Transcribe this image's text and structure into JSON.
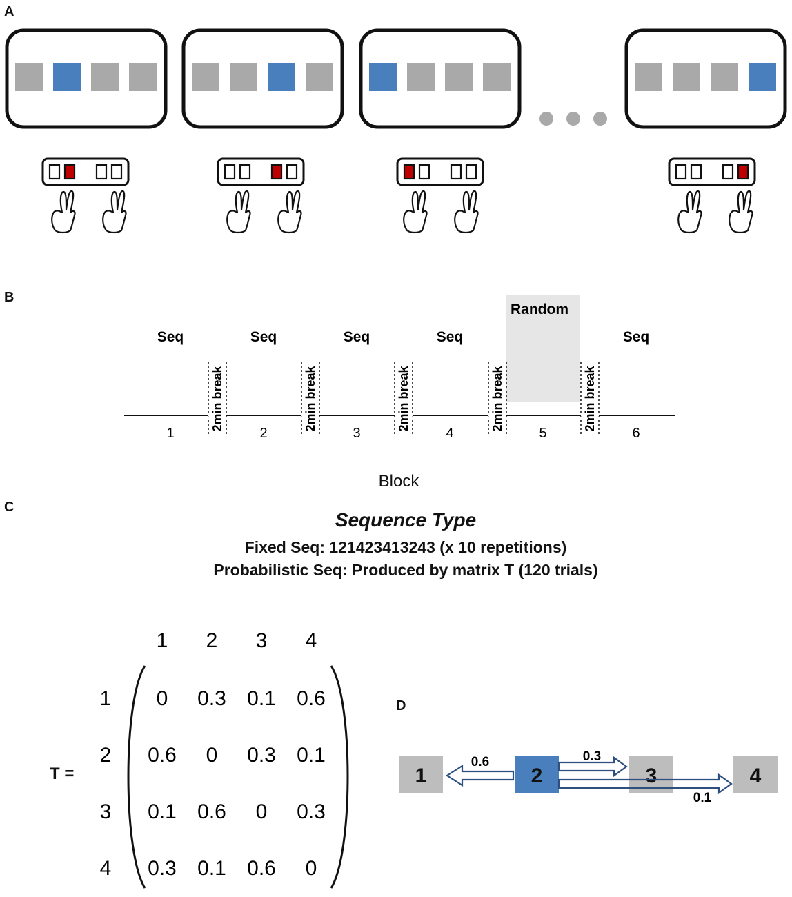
{
  "panel_labels": {
    "a": "A",
    "b": "B",
    "c": "C",
    "d": "D"
  },
  "panel_a": {
    "screens": [
      {
        "active": 1
      },
      {
        "active": 2
      },
      {
        "active": 0
      },
      {
        "active": 3
      }
    ],
    "key_pressed": [
      1,
      2,
      0,
      3
    ],
    "colors": {
      "inactive": "#a9a9a9",
      "active": "#4a7fbd",
      "key_pressed": "#c00000"
    }
  },
  "panel_b": {
    "blocks": [
      {
        "number": "1",
        "label": "Seq"
      },
      {
        "number": "2",
        "label": "Seq"
      },
      {
        "number": "3",
        "label": "Seq"
      },
      {
        "number": "4",
        "label": "Seq"
      },
      {
        "number": "5",
        "label": "Random"
      },
      {
        "number": "6",
        "label": "Seq"
      }
    ],
    "break_label": "2min break",
    "axis_label": "Block",
    "random_color": "#e6e6e6"
  },
  "panel_c": {
    "title": "Sequence Type",
    "line1": "Fixed Seq: 121423413243 (x 10 repetitions)",
    "line2": "Probabilistic Seq: Produced by matrix T (120 trials)",
    "matrix_label": "T =",
    "col_headers": [
      "1",
      "2",
      "3",
      "4"
    ],
    "row_headers": [
      "1",
      "2",
      "3",
      "4"
    ],
    "matrix": [
      [
        "0",
        "0.3",
        "0.1",
        "0.6"
      ],
      [
        "0.6",
        "0",
        "0.3",
        "0.1"
      ],
      [
        "0.1",
        "0.6",
        "0",
        "0.3"
      ],
      [
        "0.3",
        "0.1",
        "0.6",
        "0"
      ]
    ]
  },
  "panel_d": {
    "boxes": [
      "1",
      "2",
      "3",
      "4"
    ],
    "arrow_labels": {
      "to_1": "0.6",
      "to_3": "0.3",
      "to_4": "0.1"
    },
    "arrow_color": "#2f4f7f"
  }
}
